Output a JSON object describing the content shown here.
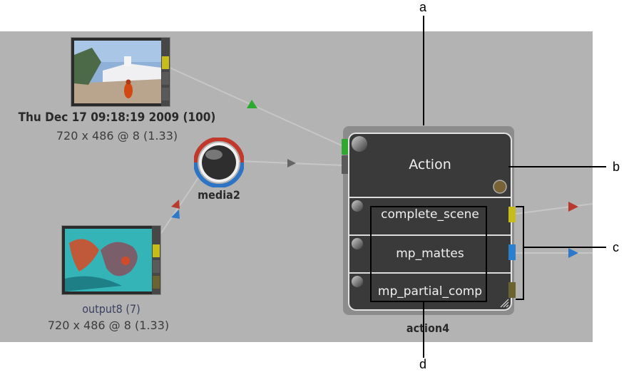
{
  "nodes": {
    "source_clip": {
      "title": "Thu Dec 17 09:18:19 2009 (100)",
      "subtitle": "720 x 486 @ 8 (1.33)"
    },
    "output_clip": {
      "title": "output8 (7)",
      "subtitle": "720 x 486 @ 8 (1.33)"
    },
    "media": {
      "label": "media2"
    },
    "action": {
      "header": "Action",
      "name": "action4",
      "outputs": [
        "complete_scene",
        "mp_mattes",
        "mp_partial_comp"
      ]
    }
  },
  "callouts": {
    "a": "a",
    "b": "b",
    "c": "c",
    "d": "d"
  },
  "colors": {
    "canvas": "#b3b3b3",
    "socket_yellow": "#c8bc1a",
    "socket_green": "#2ea82e",
    "socket_blue": "#2a7fd0",
    "socket_olive": "#6b6330",
    "link_red": "#b83a2e",
    "link_green": "#2ea82e",
    "link_blue": "#2f78c8",
    "link_gray": "#666666"
  }
}
